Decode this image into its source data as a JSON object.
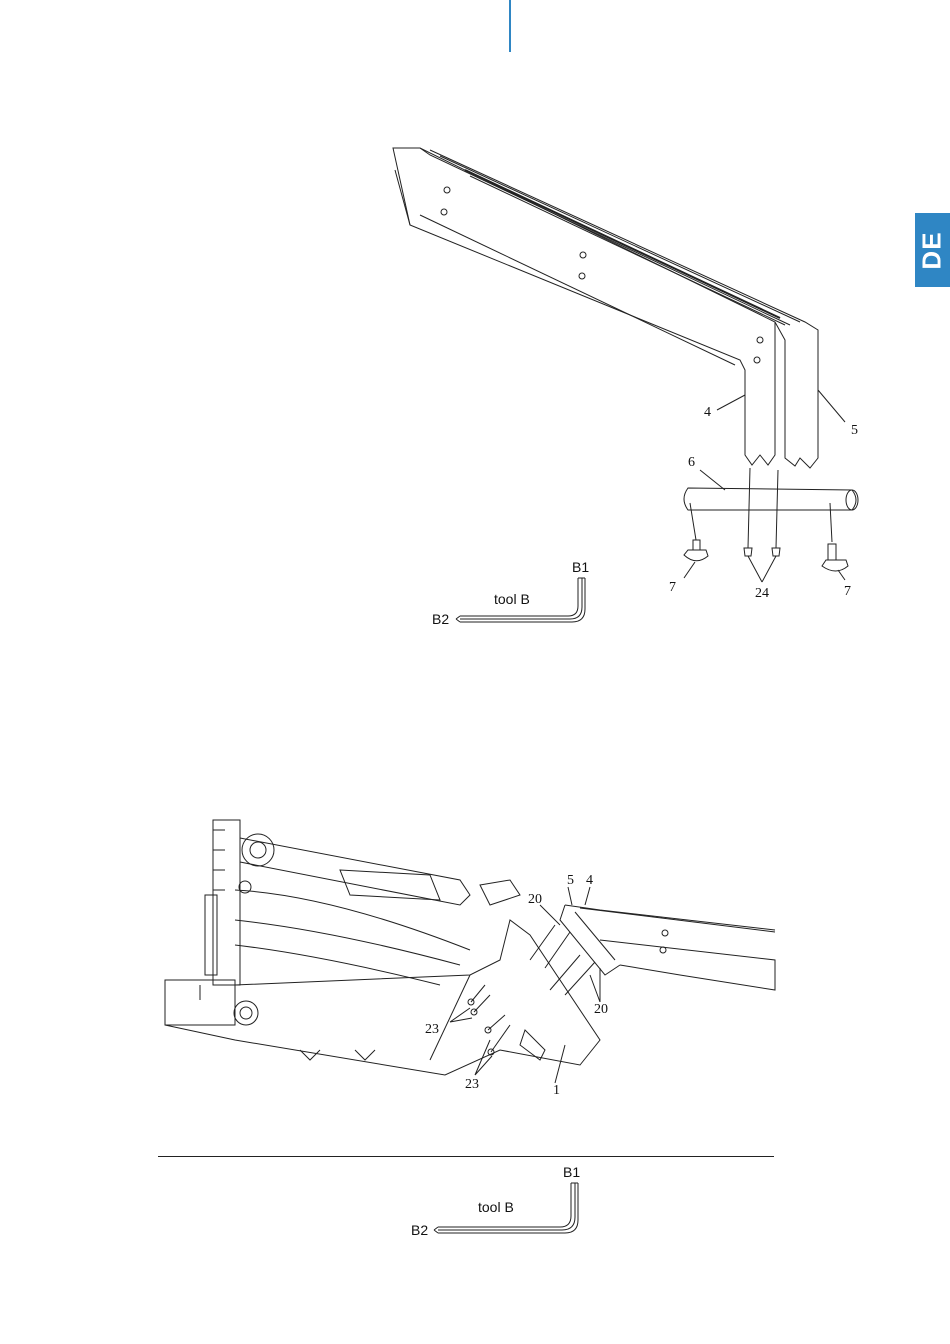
{
  "header": {
    "accent_color": "#2f86c4"
  },
  "language_tab": {
    "label": "DE"
  },
  "figure1": {
    "part_labels": {
      "p4": "4",
      "p5": "5",
      "p6": "6",
      "p7a": "7",
      "p7b": "7",
      "p24": "24"
    },
    "tool": {
      "b1": "B1",
      "b2": "B2",
      "name": "tool B"
    }
  },
  "figure2": {
    "part_labels": {
      "p5": "5",
      "p4": "4",
      "p20a": "20",
      "p20b": "20",
      "p23a": "23",
      "p23b": "23",
      "p1": "1"
    },
    "tool": {
      "b1": "B1",
      "b2": "B2",
      "name": "tool B"
    }
  }
}
